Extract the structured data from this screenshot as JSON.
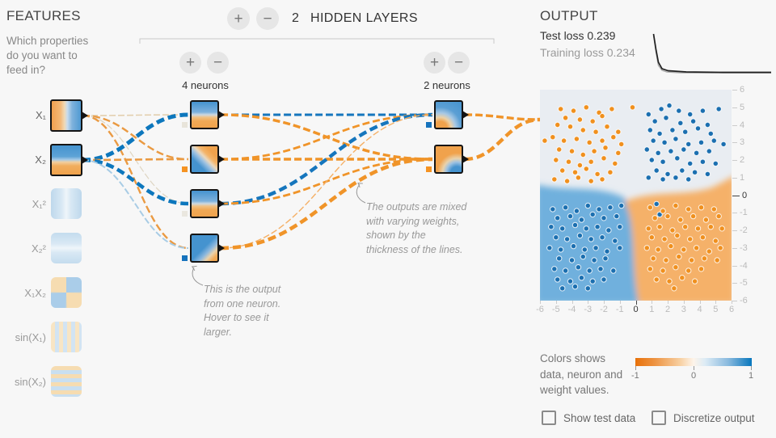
{
  "theme": {
    "blue": "#0877bd",
    "orange": "#f59322",
    "pale_bg": "#e9edf2",
    "plot_blue": "#6fb0dd",
    "plot_orange": "#f5b169"
  },
  "features_panel": {
    "title": "FEATURES",
    "hint": "Which properties do you want to feed in?"
  },
  "controls": {
    "plus_label": "+",
    "minus_label": "−",
    "hidden_layers_count": "2",
    "hidden_layers_label": "HIDDEN LAYERS",
    "layer1_count_label": "4 neurons",
    "layer2_count_label": "2 neurons"
  },
  "features": [
    {
      "label": "X₁",
      "active": true
    },
    {
      "label": "X₂",
      "active": true
    },
    {
      "label": "X₁²",
      "active": false
    },
    {
      "label": "X₂²",
      "active": false
    },
    {
      "label": "X₁X₂",
      "active": false
    },
    {
      "label": "sin(X₁)",
      "active": false
    },
    {
      "label": "sin(X₂)",
      "active": false
    }
  ],
  "network": {
    "biases": {
      "h1n1": "#e8e4da",
      "h1n2": "#f59322",
      "h1n3": "#eae7df",
      "h1n4": "#1673bd",
      "h2n1": "#1673bd",
      "h2n2": "#f59322"
    },
    "links": [
      {
        "from": "x1",
        "to": "h1n1",
        "color": "#e3cfae",
        "width": 1.6
      },
      {
        "from": "x1",
        "to": "h1n2",
        "color": "#ea9a42",
        "width": 2.4
      },
      {
        "from": "x1",
        "to": "h1n3",
        "color": "#ded5c2",
        "width": 1.2
      },
      {
        "from": "x1",
        "to": "h1n4",
        "color": "#ea9a42",
        "width": 2.4
      },
      {
        "from": "x2",
        "to": "h1n1",
        "color": "#0d77bd",
        "width": 5
      },
      {
        "from": "x2",
        "to": "h1n2",
        "color": "#ea9a42",
        "width": 2.6
      },
      {
        "from": "x2",
        "to": "h1n3",
        "color": "#0d77bd",
        "width": 4.6
      },
      {
        "from": "x2",
        "to": "h1n4",
        "color": "#a8cce5",
        "width": 2
      },
      {
        "from": "h1n1",
        "to": "h2n1",
        "color": "#1676bd",
        "width": 3
      },
      {
        "from": "h1n1",
        "to": "h2n2",
        "color": "#f09429",
        "width": 3.4
      },
      {
        "from": "h1n2",
        "to": "h2n1",
        "color": "#f09429",
        "width": 2.8
      },
      {
        "from": "h1n2",
        "to": "h2n2",
        "color": "#f09429",
        "width": 3.4
      },
      {
        "from": "h1n3",
        "to": "h2n1",
        "color": "#1676bd",
        "width": 4.4
      },
      {
        "from": "h1n3",
        "to": "h2n2",
        "color": "#f09429",
        "width": 2.8
      },
      {
        "from": "h1n4",
        "to": "h2n1",
        "color": "#f5b066",
        "width": 1.4
      },
      {
        "from": "h1n4",
        "to": "h2n2",
        "color": "#f09429",
        "width": 4.6
      },
      {
        "from": "h2n1",
        "to": "out",
        "color": "#f09429",
        "width": 3.4
      },
      {
        "from": "h2n2",
        "to": "out",
        "color": "#f09429",
        "width": 4.4
      }
    ]
  },
  "annotations": {
    "neuron_note": "This is the output from one neuron. Hover to see it larger.",
    "weights_note": "The outputs are mixed with varying weights, shown by the thickness of the lines."
  },
  "output_panel": {
    "title": "OUTPUT",
    "test_loss_label": "Test loss",
    "test_loss_value": "0.239",
    "training_loss_label": "Training loss",
    "training_loss_value": "0.234",
    "legend_text": "Colors shows data, neuron and weight values.",
    "colorbar": {
      "min": "-1",
      "mid": "0",
      "max": "1"
    },
    "checkboxes": [
      {
        "label": "Show test data",
        "checked": false
      },
      {
        "label": "Discretize output",
        "checked": false
      }
    ]
  },
  "loss_chart": {
    "type": "line",
    "series": [
      {
        "name": "training",
        "color": "#aaaaaa",
        "points": [
          [
            0.03,
            0.97
          ],
          [
            0.05,
            0.55
          ],
          [
            0.07,
            0.22
          ],
          [
            0.1,
            0.1
          ],
          [
            0.14,
            0.06
          ],
          [
            0.25,
            0.04
          ],
          [
            0.5,
            0.035
          ],
          [
            1,
            0.035
          ]
        ]
      },
      {
        "name": "test",
        "color": "#222222",
        "points": [
          [
            0.03,
            1.0
          ],
          [
            0.05,
            0.62
          ],
          [
            0.07,
            0.3
          ],
          [
            0.1,
            0.14
          ],
          [
            0.15,
            0.09
          ],
          [
            0.3,
            0.06
          ],
          [
            0.6,
            0.05
          ],
          [
            1,
            0.05
          ]
        ]
      }
    ]
  },
  "chart_data": {
    "type": "scatter",
    "xlim": [
      -6,
      6
    ],
    "ylim": [
      -6,
      6
    ],
    "xticks": [
      -6,
      -5,
      -4,
      -3,
      -2,
      -1,
      0,
      1,
      2,
      3,
      4,
      5,
      6
    ],
    "yticks": [
      6,
      5,
      4,
      3,
      2,
      1,
      0,
      -1,
      -2,
      -3,
      -4,
      -5,
      -6
    ],
    "series": [
      {
        "name": "orange-top-left",
        "color": "#f0901e",
        "points": [
          [
            -5.7,
            3.1
          ],
          [
            -0.2,
            5.0
          ],
          [
            -4.7,
            4.9
          ],
          [
            -3.9,
            4.8
          ],
          [
            -3.1,
            5.0
          ],
          [
            -2.3,
            4.7
          ],
          [
            -1.5,
            4.9
          ],
          [
            -4.4,
            4.4
          ],
          [
            -3.5,
            4.3
          ],
          [
            -2.7,
            4.2
          ],
          [
            -2.1,
            4.5
          ],
          [
            -4.9,
            4.0
          ],
          [
            -4.1,
            3.9
          ],
          [
            -3.3,
            3.7
          ],
          [
            -2.5,
            3.6
          ],
          [
            -1.8,
            3.9
          ],
          [
            -1.1,
            3.6
          ],
          [
            -5.2,
            3.3
          ],
          [
            -4.5,
            3.1
          ],
          [
            -3.7,
            3.2
          ],
          [
            -2.9,
            3.0
          ],
          [
            -2.1,
            3.1
          ],
          [
            -1.4,
            3.3
          ],
          [
            -0.9,
            2.9
          ],
          [
            -4.8,
            2.6
          ],
          [
            -4.0,
            2.5
          ],
          [
            -3.3,
            2.3
          ],
          [
            -2.6,
            2.5
          ],
          [
            -1.9,
            2.7
          ],
          [
            -1.1,
            2.4
          ],
          [
            -5.0,
            2.0
          ],
          [
            -4.2,
            1.9
          ],
          [
            -3.5,
            1.7
          ],
          [
            -2.8,
            1.9
          ],
          [
            -2.0,
            2.1
          ],
          [
            -1.3,
            1.8
          ],
          [
            -4.6,
            1.4
          ],
          [
            -3.8,
            1.3
          ],
          [
            -3.1,
            1.5
          ],
          [
            -2.4,
            1.2
          ],
          [
            -1.6,
            1.3
          ],
          [
            -5.1,
            0.9
          ],
          [
            -4.3,
            0.8
          ],
          [
            -3.6,
            1.0
          ],
          [
            -2.8,
            0.8
          ],
          [
            -2.1,
            0.9
          ]
        ]
      },
      {
        "name": "blue-top-right",
        "color": "#1b6fb0",
        "points": [
          [
            0.8,
            4.6
          ],
          [
            1.6,
            4.9
          ],
          [
            2.1,
            5.1
          ],
          [
            2.7,
            4.8
          ],
          [
            3.4,
            4.6
          ],
          [
            4.2,
            4.8
          ],
          [
            5.2,
            4.9
          ],
          [
            1.2,
            4.2
          ],
          [
            1.9,
            4.4
          ],
          [
            2.8,
            4.1
          ],
          [
            3.6,
            4.2
          ],
          [
            4.5,
            4.0
          ],
          [
            0.9,
            3.7
          ],
          [
            1.5,
            3.5
          ],
          [
            2.3,
            3.7
          ],
          [
            3.1,
            3.6
          ],
          [
            3.9,
            3.8
          ],
          [
            4.7,
            3.5
          ],
          [
            1.1,
            3.1
          ],
          [
            1.8,
            3.0
          ],
          [
            2.5,
            3.2
          ],
          [
            3.3,
            2.9
          ],
          [
            4.1,
            3.0
          ],
          [
            4.9,
            3.1
          ],
          [
            5.5,
            2.9
          ],
          [
            0.7,
            2.6
          ],
          [
            1.4,
            2.4
          ],
          [
            2.2,
            2.5
          ],
          [
            3.0,
            2.6
          ],
          [
            3.8,
            2.4
          ],
          [
            4.6,
            2.5
          ],
          [
            1.0,
            2.0
          ],
          [
            1.7,
            1.9
          ],
          [
            2.6,
            2.1
          ],
          [
            3.4,
            1.8
          ],
          [
            4.2,
            1.9
          ],
          [
            5.0,
            1.8
          ],
          [
            1.3,
            1.4
          ],
          [
            2.0,
            1.2
          ],
          [
            2.9,
            1.4
          ],
          [
            3.7,
            1.3
          ],
          [
            4.5,
            1.2
          ],
          [
            0.8,
            1.0
          ],
          [
            1.7,
            0.9
          ],
          [
            2.5,
            1.0
          ],
          [
            3.3,
            0.9
          ]
        ]
      },
      {
        "name": "blue-bottom-left",
        "color": "#1b6fb0",
        "points": [
          [
            -5.2,
            -0.8
          ],
          [
            -4.4,
            -0.7
          ],
          [
            -3.7,
            -0.9
          ],
          [
            -3.0,
            -0.6
          ],
          [
            -2.3,
            -0.8
          ],
          [
            -1.6,
            -0.7
          ],
          [
            -0.9,
            -0.6
          ],
          [
            -4.9,
            -1.3
          ],
          [
            -4.1,
            -1.2
          ],
          [
            -3.4,
            -1.4
          ],
          [
            -2.7,
            -1.1
          ],
          [
            -2.0,
            -1.3
          ],
          [
            -1.2,
            -1.2
          ],
          [
            -5.3,
            -1.8
          ],
          [
            -4.6,
            -1.9
          ],
          [
            -3.8,
            -1.7
          ],
          [
            -3.1,
            -1.9
          ],
          [
            -2.4,
            -1.8
          ],
          [
            -1.7,
            -2.0
          ],
          [
            -1.0,
            -1.8
          ],
          [
            -5.0,
            -2.4
          ],
          [
            -4.3,
            -2.5
          ],
          [
            -3.5,
            -2.3
          ],
          [
            -2.8,
            -2.5
          ],
          [
            -2.1,
            -2.4
          ],
          [
            -1.3,
            -2.6
          ],
          [
            -5.4,
            -3.0
          ],
          [
            -4.7,
            -3.1
          ],
          [
            -3.9,
            -2.9
          ],
          [
            -3.2,
            -3.1
          ],
          [
            -2.5,
            -3.0
          ],
          [
            -1.8,
            -3.2
          ],
          [
            -1.0,
            -3.0
          ],
          [
            -4.8,
            -3.6
          ],
          [
            -4.0,
            -3.7
          ],
          [
            -3.3,
            -3.5
          ],
          [
            -2.6,
            -3.7
          ],
          [
            -1.9,
            -3.6
          ],
          [
            -5.1,
            -4.2
          ],
          [
            -4.4,
            -4.3
          ],
          [
            -3.6,
            -4.1
          ],
          [
            -2.9,
            -4.3
          ],
          [
            -2.2,
            -4.2
          ],
          [
            -1.4,
            -4.3
          ],
          [
            -4.9,
            -4.8
          ],
          [
            -4.1,
            -4.9
          ],
          [
            -3.4,
            -4.7
          ],
          [
            -2.7,
            -4.9
          ],
          [
            -2.0,
            -4.8
          ],
          [
            -4.6,
            -5.3
          ],
          [
            -3.8,
            -5.2
          ],
          [
            -3.0,
            -5.3
          ],
          [
            1.3,
            -0.5
          ],
          [
            1.5,
            -1.1
          ]
        ]
      },
      {
        "name": "orange-bottom-right",
        "color": "#f0901e",
        "points": [
          [
            0.9,
            -0.7
          ],
          [
            1.7,
            -0.9
          ],
          [
            2.5,
            -0.6
          ],
          [
            3.3,
            -0.8
          ],
          [
            4.1,
            -0.7
          ],
          [
            4.9,
            -0.8
          ],
          [
            1.2,
            -1.3
          ],
          [
            2.0,
            -1.2
          ],
          [
            2.8,
            -1.4
          ],
          [
            3.6,
            -1.2
          ],
          [
            4.4,
            -1.4
          ],
          [
            5.2,
            -1.2
          ],
          [
            0.8,
            -1.9
          ],
          [
            1.5,
            -1.8
          ],
          [
            2.3,
            -2.0
          ],
          [
            3.1,
            -1.8
          ],
          [
            3.9,
            -1.9
          ],
          [
            4.7,
            -1.8
          ],
          [
            5.4,
            -1.9
          ],
          [
            1.0,
            -2.4
          ],
          [
            1.8,
            -2.5
          ],
          [
            2.6,
            -2.3
          ],
          [
            3.4,
            -2.5
          ],
          [
            4.2,
            -2.4
          ],
          [
            5.0,
            -2.6
          ],
          [
            0.7,
            -3.0
          ],
          [
            1.4,
            -3.1
          ],
          [
            2.2,
            -2.9
          ],
          [
            3.0,
            -3.1
          ],
          [
            3.8,
            -3.0
          ],
          [
            4.6,
            -3.2
          ],
          [
            5.3,
            -3.0
          ],
          [
            1.1,
            -3.6
          ],
          [
            1.9,
            -3.7
          ],
          [
            2.7,
            -3.5
          ],
          [
            3.5,
            -3.7
          ],
          [
            4.3,
            -3.6
          ],
          [
            5.1,
            -3.7
          ],
          [
            0.9,
            -4.2
          ],
          [
            1.7,
            -4.3
          ],
          [
            2.5,
            -4.1
          ],
          [
            3.3,
            -4.3
          ],
          [
            4.1,
            -4.2
          ],
          [
            1.3,
            -4.8
          ],
          [
            2.1,
            -4.9
          ],
          [
            2.9,
            -4.7
          ],
          [
            3.7,
            -4.9
          ],
          [
            2.4,
            -5.3
          ]
        ]
      }
    ]
  }
}
